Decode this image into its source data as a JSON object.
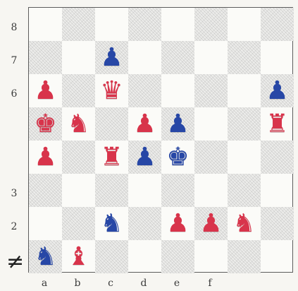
{
  "board": {
    "files": [
      "a",
      "b",
      "c",
      "d",
      "e",
      "f"
    ],
    "ranks": [
      "8",
      "7",
      "6",
      "3",
      "2"
    ],
    "edge_mark": "≠"
  },
  "pieces": [
    {
      "square": "c7",
      "glyph": "♟",
      "color": "blue",
      "name": "blue-pawn-c7"
    },
    {
      "square": "a6",
      "glyph": "♟",
      "color": "red",
      "name": "red-pawn-a6"
    },
    {
      "square": "c6",
      "glyph": "♛",
      "color": "red",
      "name": "red-queen-c6"
    },
    {
      "square": "h6",
      "glyph": "♟",
      "color": "blue",
      "name": "blue-pawn-h6"
    },
    {
      "square": "a5",
      "glyph": "♚",
      "color": "red",
      "name": "red-king-a5"
    },
    {
      "square": "b5",
      "glyph": "♞",
      "color": "red",
      "name": "red-knight-b5"
    },
    {
      "square": "d5",
      "glyph": "♟",
      "color": "red",
      "name": "red-pawn-d5"
    },
    {
      "square": "e5",
      "glyph": "♟",
      "color": "blue",
      "name": "blue-pawn-e5"
    },
    {
      "square": "h5",
      "glyph": "♜",
      "color": "red",
      "name": "red-rook-h5"
    },
    {
      "square": "a4",
      "glyph": "♟",
      "color": "red",
      "name": "red-pawn-a4"
    },
    {
      "square": "c4",
      "glyph": "♜",
      "color": "red",
      "name": "red-rook-c4"
    },
    {
      "square": "d4",
      "glyph": "♟",
      "color": "blue",
      "name": "blue-pawn-d4"
    },
    {
      "square": "e4",
      "glyph": "♚",
      "color": "blue",
      "name": "blue-king-e4"
    },
    {
      "square": "c2",
      "glyph": "♞",
      "color": "blue",
      "name": "blue-knight-c2"
    },
    {
      "square": "e2",
      "glyph": "♟",
      "color": "red",
      "name": "red-pawn-e2"
    },
    {
      "square": "f2",
      "glyph": "♟",
      "color": "red",
      "name": "red-pawn-f2"
    },
    {
      "square": "g2",
      "glyph": "♞",
      "color": "red",
      "name": "red-knight-g2"
    },
    {
      "square": "a1",
      "glyph": "♞",
      "color": "blue",
      "name": "blue-knight-a1"
    },
    {
      "square": "b1",
      "glyph": "♝",
      "color": "red",
      "name": "red-bishop-b1"
    }
  ],
  "colors": {
    "red": "#d8344b",
    "blue": "#2747a6",
    "light_square": "#fbfbf8",
    "dark_square": "#ededeb"
  }
}
